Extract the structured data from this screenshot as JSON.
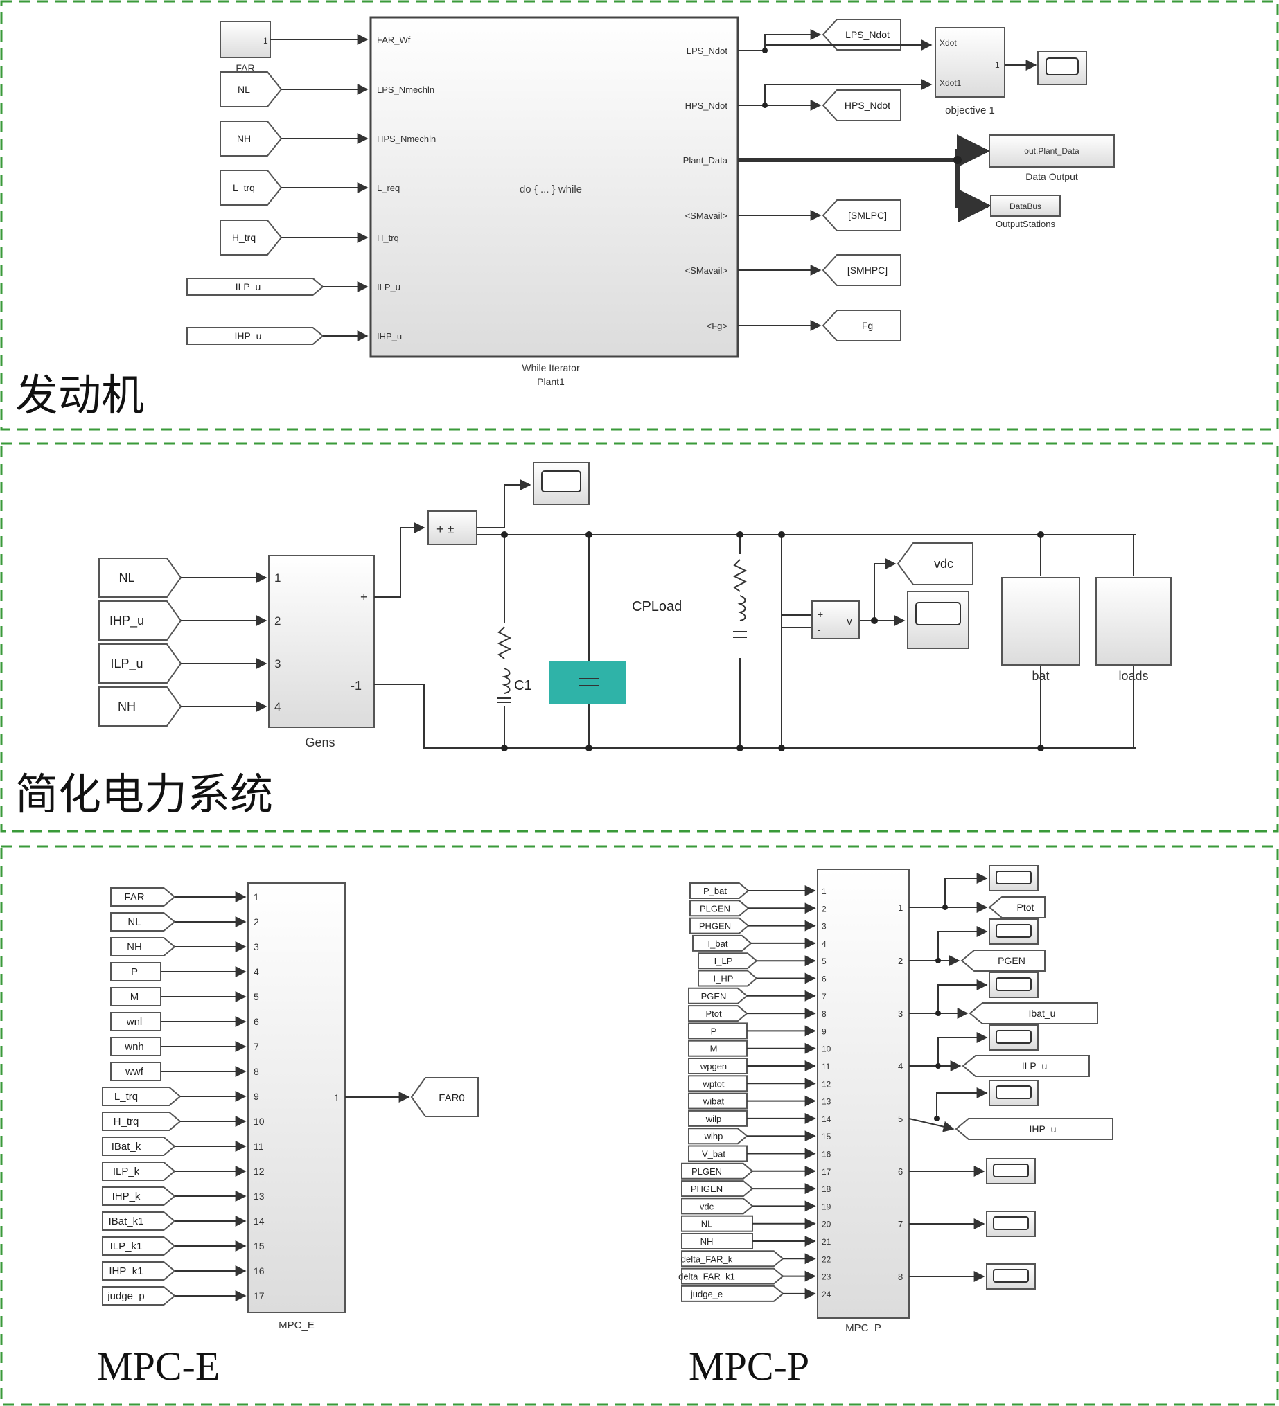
{
  "colors": {
    "panel_border": "#3a9a3a",
    "capacitor_fill": "#2fb3a8",
    "wire": "#333333",
    "block_stroke": "#555555"
  },
  "panels": [
    {
      "title": "发动机"
    },
    {
      "title": "简化电力系统"
    },
    {
      "title": ""
    }
  ],
  "engine": {
    "from_tags": [
      {
        "label": "FAR",
        "kind": "constant",
        "value": "1"
      },
      {
        "label": "NL"
      },
      {
        "label": "NH"
      },
      {
        "label": "L_trq"
      },
      {
        "label": "H_trq"
      },
      {
        "label": "ILP_u"
      },
      {
        "label": "IHP_u"
      }
    ],
    "plant": {
      "inputs": [
        "FAR_Wf",
        "LPS_Nmechln",
        "HPS_Nmechln",
        "L_req",
        "H_trq",
        "ILP_u",
        "IHP_u"
      ],
      "outputs": [
        "LPS_Ndot",
        "HPS_Ndot",
        "Plant_Data",
        "<SMavail>",
        "<SMavail>",
        "<Fg>"
      ],
      "center_text": "do { ... } while",
      "name_line1": "While Iterator",
      "name_line2": "Plant1"
    },
    "goto_tags": [
      "LPS_Ndot",
      "HPS_Ndot",
      "[SMLPC]",
      "[SMHPC]",
      "Fg"
    ],
    "objective": {
      "in1": "Xdot",
      "in2": "Xdot1",
      "out": "1",
      "name": "objective 1"
    },
    "data_output": {
      "block": "out.Plant_Data",
      "name": "Data Output"
    },
    "output_stations": {
      "block": "DataBus",
      "name": "OutputStations"
    }
  },
  "power": {
    "from_tags": [
      "NL",
      "IHP_u",
      "ILP_u",
      "NH"
    ],
    "gens": {
      "inputs": [
        "1",
        "2",
        "3",
        "4"
      ],
      "outputs": [
        "+",
        "-1"
      ],
      "name": "Gens"
    },
    "c1_label": "C1",
    "cpload_label": "CPLoad",
    "goto_vdc": "vdc",
    "vmeter": {
      "plus": "+",
      "minus": "-",
      "out": "v"
    },
    "bat_name": "bat",
    "loads_name": "loads"
  },
  "mpc_e": {
    "inputs": [
      "FAR",
      "NL",
      "NH",
      "P",
      "M",
      "wnl",
      "wnh",
      "wwf",
      "L_trq",
      "H_trq",
      "IBat_k",
      "ILP_k",
      "IHP_k",
      "IBat_k1",
      "ILP_k1",
      "IHP_k1",
      "judge_p"
    ],
    "port_numbers": [
      "1",
      "2",
      "3",
      "4",
      "5",
      "6",
      "7",
      "8",
      "9",
      "10",
      "11",
      "12",
      "13",
      "14",
      "15",
      "16",
      "17"
    ],
    "out_port": "1",
    "output_tag": "FAR0",
    "block_name": "MPC_E",
    "caption": "MPC-E"
  },
  "mpc_p": {
    "inputs": [
      "P_bat",
      "PLGEN",
      "PHGEN",
      "I_bat",
      "I_LP",
      "I_HP",
      "PGEN",
      "Ptot",
      "P",
      "M",
      "wpgen",
      "wptot",
      "wibat",
      "wilp",
      "wihp",
      "V_bat",
      "PLGEN",
      "PHGEN",
      "vdc",
      "NL",
      "NH",
      "delta_FAR_k",
      "delta_FAR_k1",
      "judge_e"
    ],
    "port_numbers": [
      "1",
      "2",
      "3",
      "4",
      "5",
      "6",
      "7",
      "8",
      "9",
      "10",
      "11",
      "12",
      "13",
      "14",
      "15",
      "16",
      "17",
      "18",
      "19",
      "20",
      "21",
      "22",
      "23",
      "24"
    ],
    "out_ports": [
      "1",
      "2",
      "3",
      "4",
      "5",
      "6",
      "7",
      "8"
    ],
    "output_tags": [
      "Ptot",
      "PGEN",
      "Ibat_u",
      "ILP_u",
      "IHP_u"
    ],
    "block_name": "MPC_P",
    "caption": "MPC-P"
  }
}
